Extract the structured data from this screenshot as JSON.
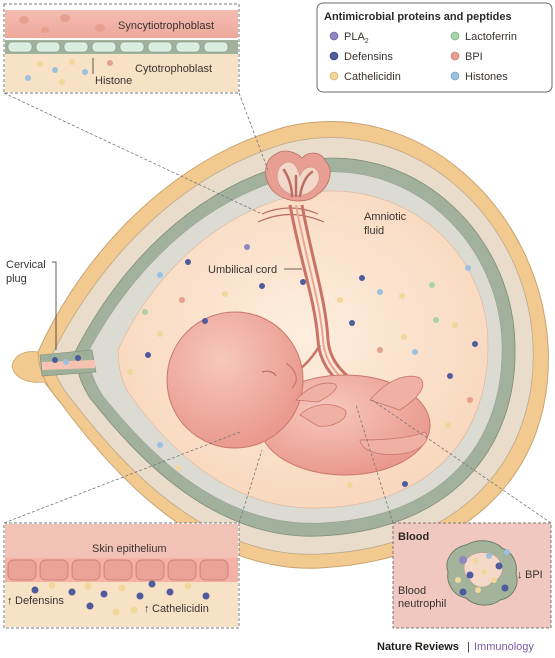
{
  "legend": {
    "title": "Antimicrobial proteins and peptides",
    "items": [
      {
        "label": "PLA",
        "sub": "2",
        "color": "#8f86c2",
        "icon": "pla2-dot-icon"
      },
      {
        "label": "Lactoferrin",
        "color": "#a9d4a9",
        "icon": "lactoferrin-dot-icon"
      },
      {
        "label": "Defensins",
        "color": "#4e5b9c",
        "icon": "defensins-dot-icon"
      },
      {
        "label": "BPI",
        "color": "#e79f8f",
        "icon": "bpi-dot-icon"
      },
      {
        "label": "Cathelicidin",
        "color": "#f1d79a",
        "icon": "cathelicidin-dot-icon"
      },
      {
        "label": "Histones",
        "color": "#9cc1df",
        "icon": "histones-dot-icon"
      }
    ]
  },
  "top_inset": {
    "syncytiotrophoblast": "Syncytiotrophoblast",
    "cytotrophoblast": "Cytotrophoblast",
    "histone": "Histone"
  },
  "main": {
    "amniotic_fluid_1": "Amniotic",
    "amniotic_fluid_2": "fluid",
    "umbilical_cord": "Umbilical cord",
    "cervical_plug_1": "Cervical",
    "cervical_plug_2": "plug"
  },
  "skin_inset": {
    "title": "Skin epithelium",
    "defensins": "Defensins",
    "cathelicidin": "Cathelicidin"
  },
  "blood_inset": {
    "title": "Blood",
    "neutrophil_1": "Blood",
    "neutrophil_2": "neutrophil",
    "bpi": "BPI"
  },
  "footer": {
    "journal": "Nature Reviews",
    "separator": "|",
    "section": "Immunology"
  },
  "colors": {
    "outer_tan": "#f2c98e",
    "uterine_wall": "#e7d9c9",
    "membrane_green": "#9fb09a",
    "amniotic_fluid": "#fbe2cc",
    "fetus_skin": "#f2b3a7",
    "fetus_shadow": "#e58e83",
    "cord": "#c97367"
  }
}
